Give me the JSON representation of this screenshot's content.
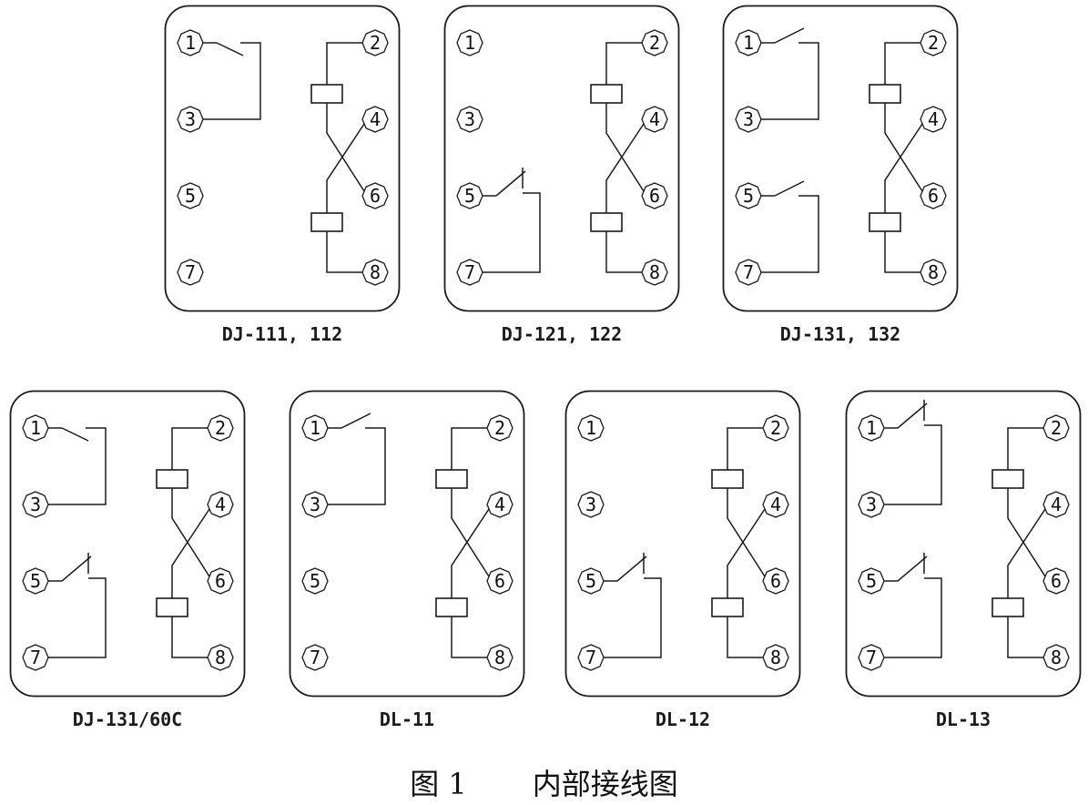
{
  "caption": {
    "prefix": "图 1",
    "title": "内部接线图"
  },
  "colors": {
    "line": "#1b1b1b",
    "background": "#ffffff",
    "text": "#111111"
  },
  "terminals": [
    "1",
    "2",
    "3",
    "4",
    "5",
    "6",
    "7",
    "8"
  ],
  "diagrams": [
    {
      "label": "DJ-111, 112",
      "upper_contact": {
        "type": "open-down",
        "between": [
          "1",
          "3"
        ]
      },
      "lower_contact": {
        "type": "none",
        "between": []
      }
    },
    {
      "label": "DJ-121, 122",
      "upper_contact": {
        "type": "none",
        "between": []
      },
      "lower_contact": {
        "type": "closed-up",
        "between": [
          "5",
          "7"
        ]
      }
    },
    {
      "label": "DJ-131, 132",
      "upper_contact": {
        "type": "open-up",
        "between": [
          "1",
          "3"
        ]
      },
      "lower_contact": {
        "type": "open-up",
        "between": [
          "5",
          "7"
        ]
      }
    },
    {
      "label": "DJ-131/60C",
      "upper_contact": {
        "type": "open-down",
        "between": [
          "1",
          "3"
        ]
      },
      "lower_contact": {
        "type": "closed-up",
        "between": [
          "5",
          "7"
        ]
      }
    },
    {
      "label": "DL-11",
      "upper_contact": {
        "type": "open-up",
        "between": [
          "1",
          "3"
        ]
      },
      "lower_contact": {
        "type": "none",
        "between": []
      }
    },
    {
      "label": "DL-12",
      "upper_contact": {
        "type": "none",
        "between": []
      },
      "lower_contact": {
        "type": "closed-up",
        "between": [
          "5",
          "7"
        ]
      }
    },
    {
      "label": "DL-13",
      "upper_contact": {
        "type": "closed-up",
        "between": [
          "1",
          "3"
        ]
      },
      "lower_contact": {
        "type": "closed-up",
        "between": [
          "5",
          "7"
        ]
      }
    }
  ],
  "coil_circuit": {
    "coils": 2,
    "crossed_wires": true,
    "terminal_chain": [
      "2",
      "4",
      "6",
      "8"
    ]
  }
}
